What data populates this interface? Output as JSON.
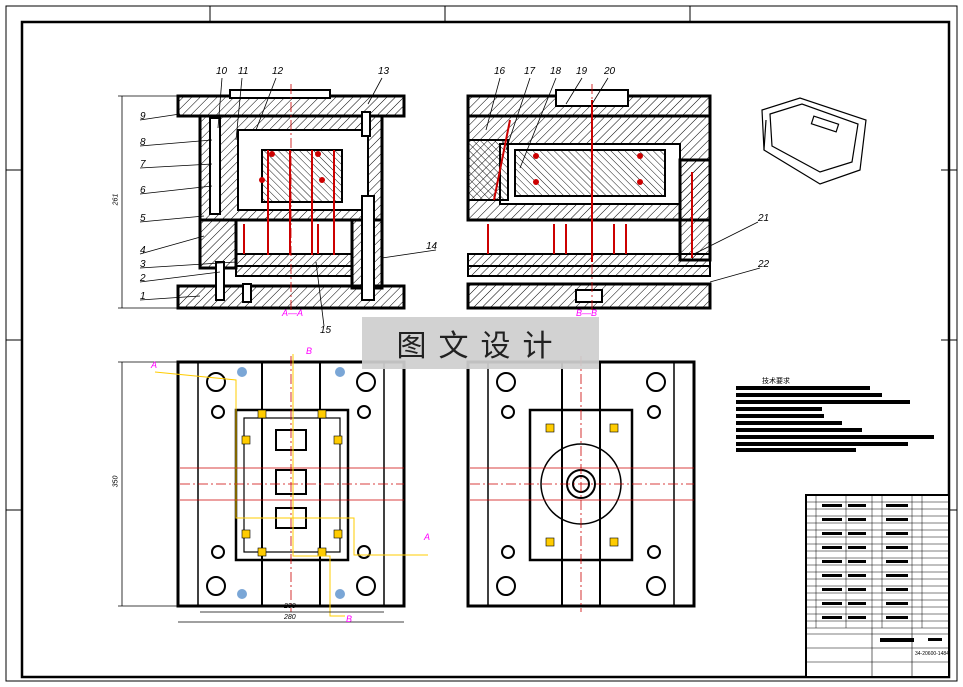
{
  "watermark": "图文设计",
  "section_labels": {
    "aa": "A—A",
    "bb": "B—B"
  },
  "part_numbers": [
    "1",
    "2",
    "3",
    "4",
    "5",
    "6",
    "7",
    "8",
    "9",
    "10",
    "11",
    "12",
    "13",
    "14",
    "15",
    "16",
    "17",
    "18",
    "19",
    "20",
    "21",
    "22"
  ],
  "dimensions": {
    "height_front": "261",
    "height_plan": "350",
    "width_inner": "230",
    "width_outer": "280"
  },
  "cut_markers": {
    "a": "A",
    "b": "B"
  },
  "tech_requirements_title": "技术要求",
  "colors": {
    "line": "#000000",
    "cut_line": "#ff00ff",
    "leader": "#ffcc00",
    "center_line": "#cc0000",
    "watermark_bg": "#cfcfcf"
  },
  "title_block": {
    "drawing_code": "34-20600-1484"
  }
}
